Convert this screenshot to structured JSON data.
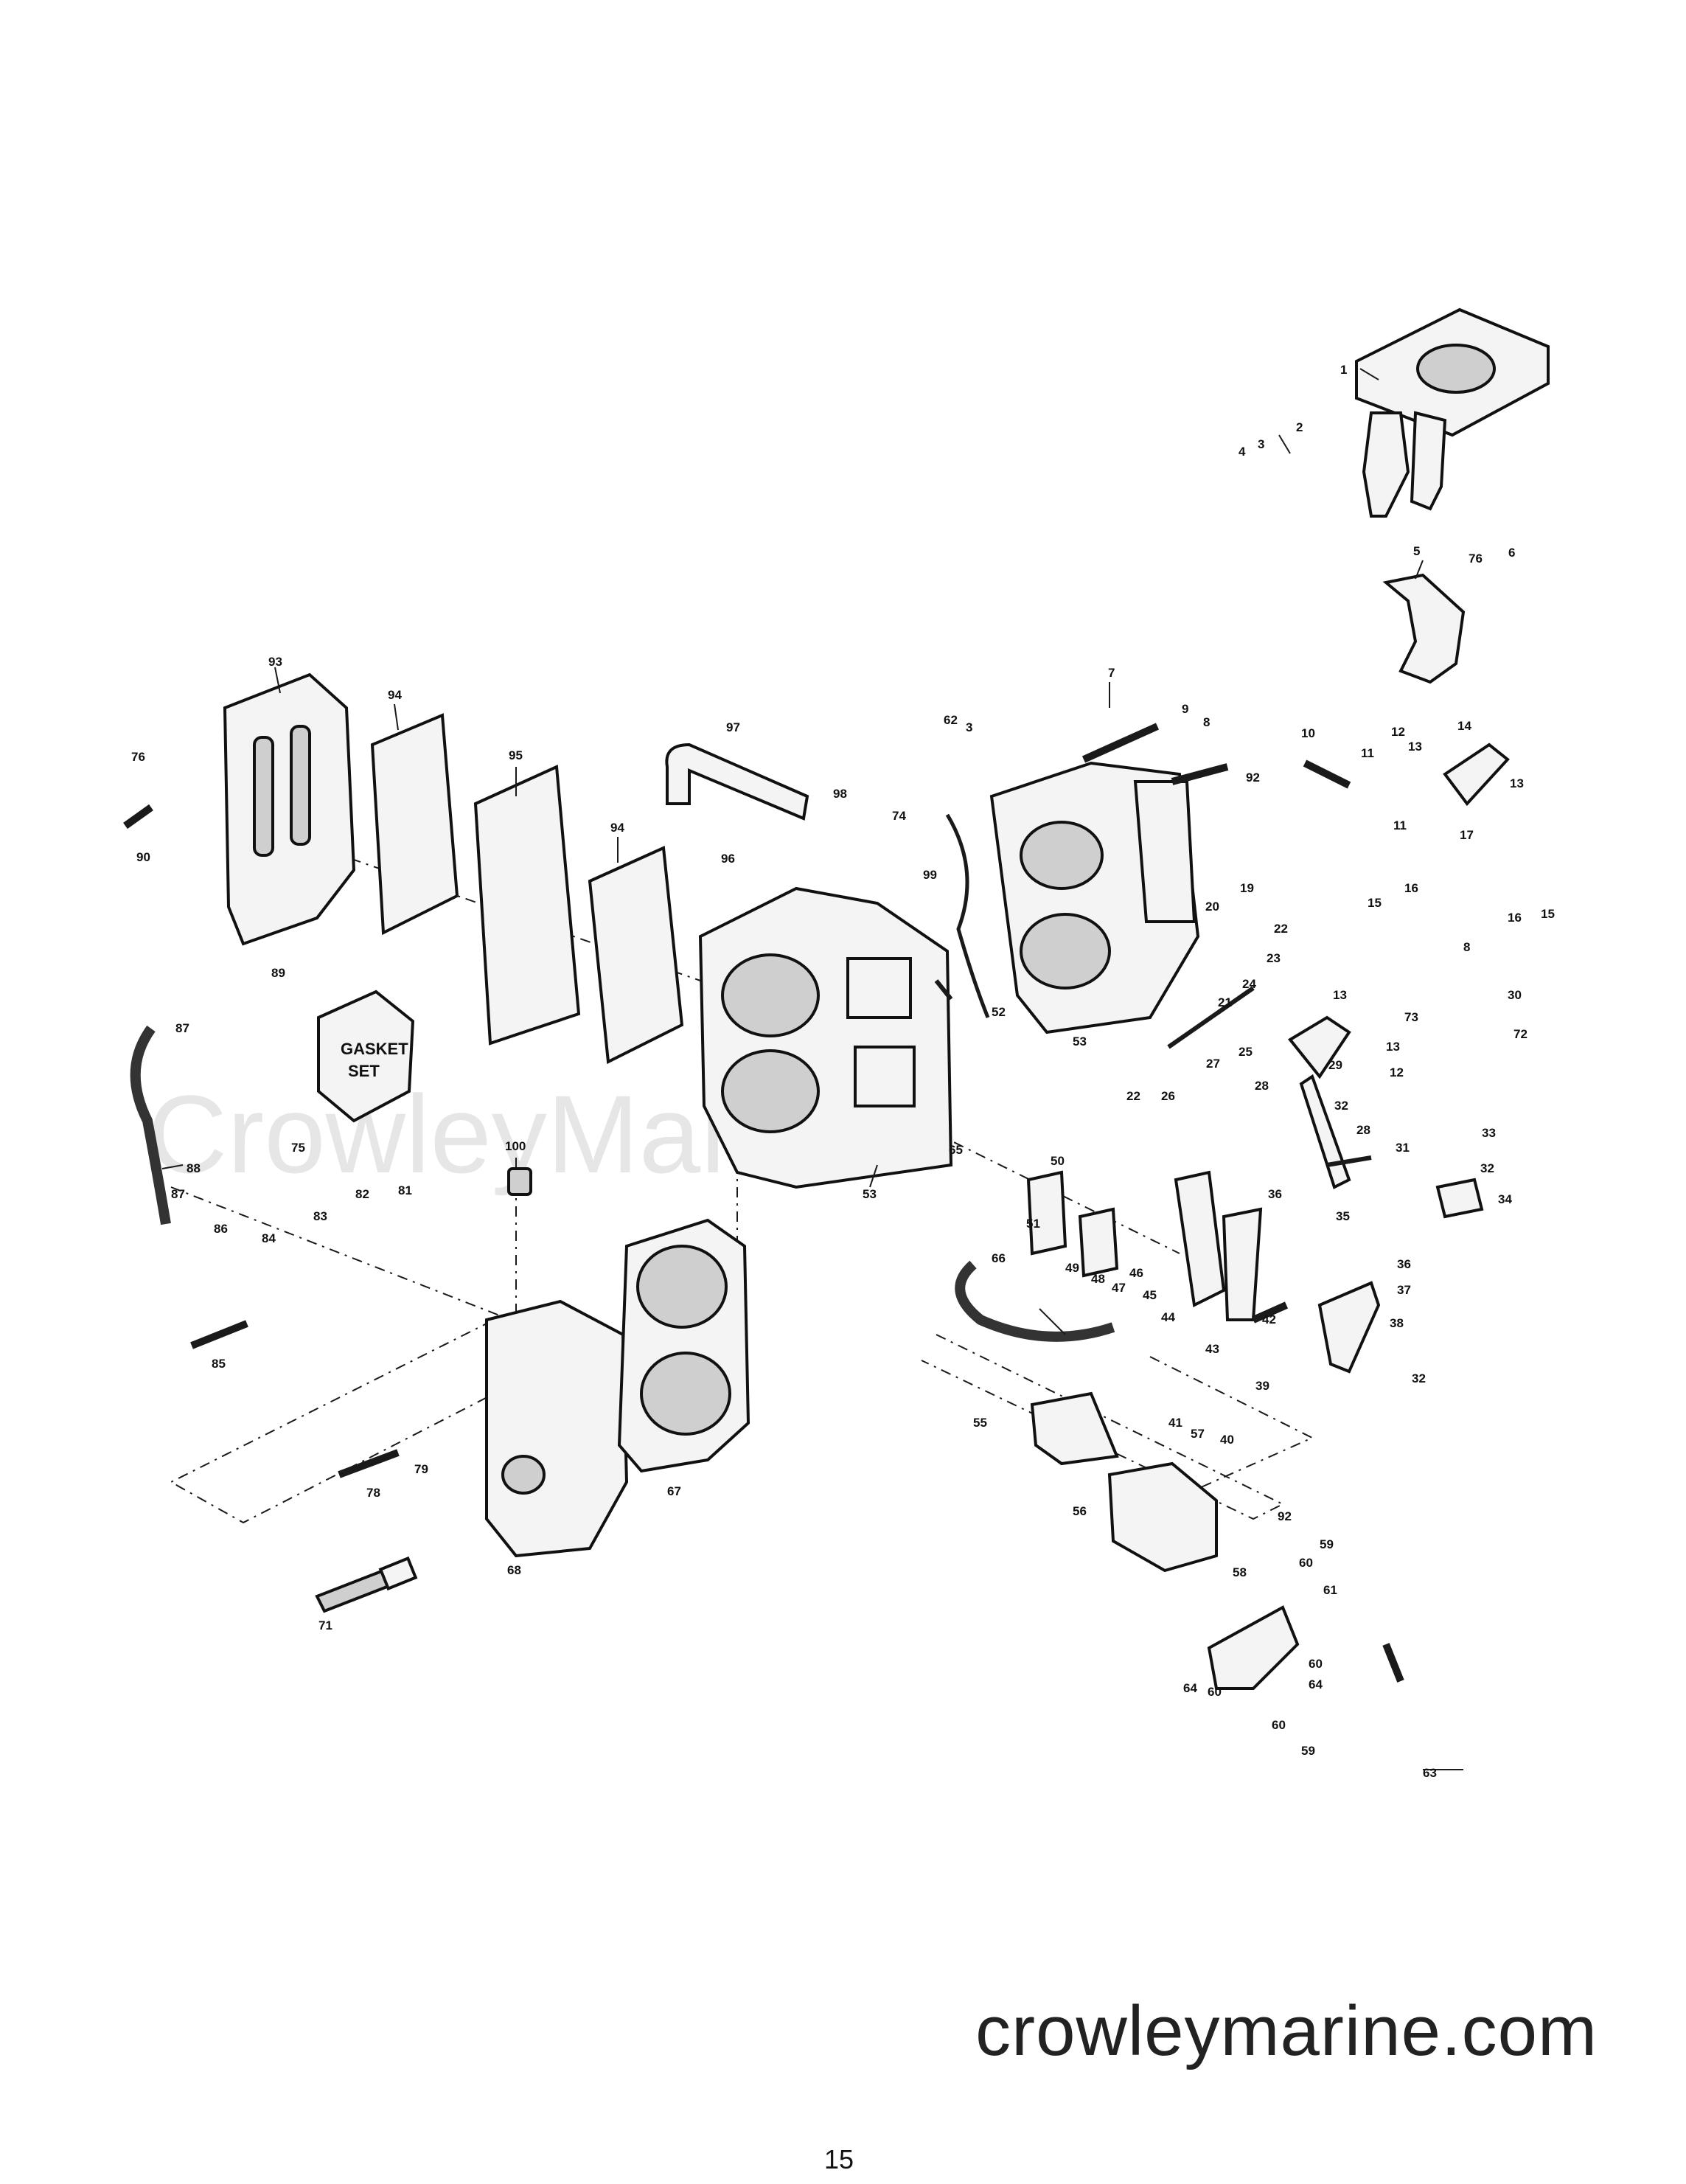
{
  "diagram": {
    "watermark": "CrowleyMarine",
    "site_label": "crowleymarine.com",
    "page_number": "15",
    "gasket_set_label": [
      "GASKET",
      "SET"
    ],
    "callouts": [
      "1",
      "2",
      "3",
      "4",
      "5",
      "76",
      "6",
      "7",
      "9",
      "8",
      "62",
      "3",
      "10",
      "12",
      "13",
      "14",
      "11",
      "13",
      "11",
      "17",
      "16",
      "16",
      "15",
      "15",
      "8",
      "92",
      "19",
      "20",
      "22",
      "23",
      "24",
      "21",
      "13",
      "30",
      "73",
      "72",
      "13",
      "12",
      "25",
      "27",
      "28",
      "29",
      "22",
      "26",
      "32",
      "33",
      "28",
      "31",
      "32",
      "34",
      "35",
      "36",
      "36",
      "37",
      "38",
      "32",
      "93",
      "94",
      "95",
      "94",
      "97",
      "98",
      "74",
      "99",
      "96",
      "76",
      "90",
      "89",
      "87",
      "88",
      "87",
      "86",
      "75",
      "52",
      "53",
      "53",
      "65",
      "50",
      "51",
      "49",
      "48",
      "47",
      "46",
      "45",
      "44",
      "42",
      "43",
      "39",
      "41",
      "57",
      "40",
      "66",
      "100",
      "83",
      "82",
      "81",
      "84",
      "85",
      "79",
      "78",
      "68",
      "67",
      "71",
      "55",
      "56",
      "92",
      "59",
      "60",
      "58",
      "61",
      "63",
      "64",
      "60",
      "60",
      "64",
      "60",
      "59"
    ]
  }
}
